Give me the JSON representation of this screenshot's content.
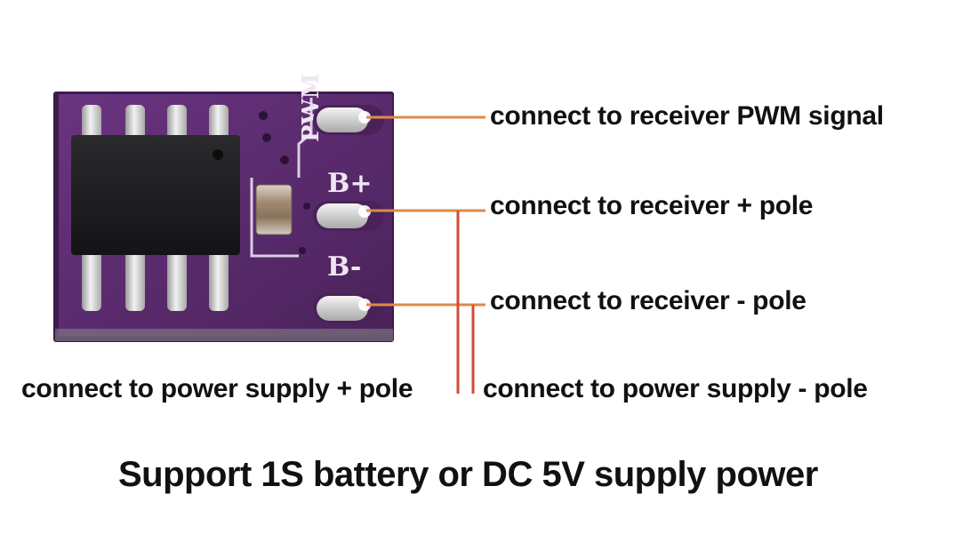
{
  "board": {
    "silkscreen": {
      "pwm": "PWM",
      "b_plus": "B+",
      "b_minus": "B-"
    },
    "colors": {
      "pcb": "#5a2b6e",
      "pcb_edge": "#3f1d52",
      "chip": "#1c1c1e",
      "pin": "#d8d8d8",
      "pad": "#cfcfcf"
    }
  },
  "labels": {
    "pwm_signal": "connect to receiver PWM signal",
    "receiver_plus": "connect to receiver + pole",
    "receiver_minus": "connect to receiver - pole",
    "supply_plus": "connect to power supply + pole",
    "supply_minus": "connect to power supply - pole"
  },
  "caption": "Support 1S battery or DC 5V supply power",
  "leader_colors": {
    "receiver": "#e0894a",
    "supply": "#d24a3a"
  }
}
